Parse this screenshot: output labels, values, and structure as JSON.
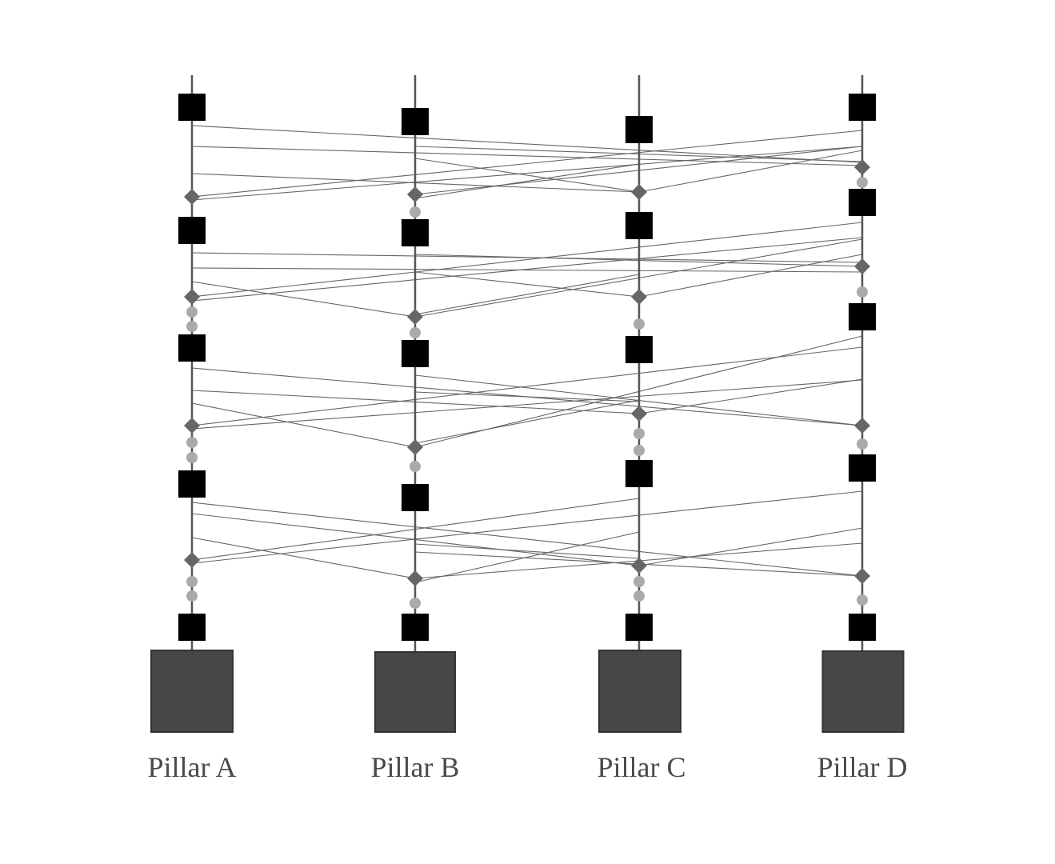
{
  "diagram": {
    "pillars": [
      {
        "id": "A",
        "label": "Pillar A"
      },
      {
        "id": "B",
        "label": "Pillar B"
      },
      {
        "id": "C",
        "label": "Pillar C"
      },
      {
        "id": "D",
        "label": "Pillar D"
      }
    ],
    "colors": {
      "pillar_line": "#555555",
      "connector_line": "#666666",
      "block": "#000000",
      "base": "#474747",
      "base_border": "#333333",
      "diamond": "#666666",
      "dot": "#aaaaaa",
      "label": "#4a4a4a"
    },
    "icons": {
      "block": "black-square",
      "diamond": "gray-diamond",
      "dot": "gray-circle",
      "base": "dark-gray-square"
    }
  }
}
